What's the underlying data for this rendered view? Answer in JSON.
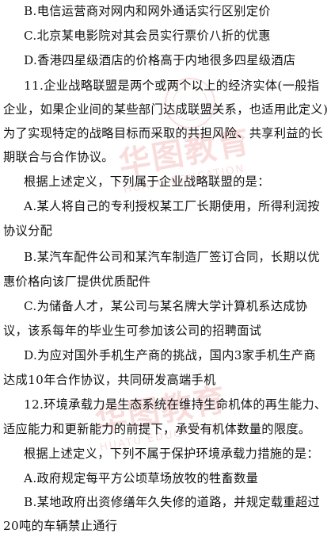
{
  "lines": [
    "B.电信运营商对网内和网外通话实行区别定价",
    "C.北京某电影院对其会员实行票价八折的优惠",
    "D.香港四星级酒店的价格高于内地很多四星级酒店",
    "11.企业战略联盟是两个或两个以上的经济实体(一般指",
    "企业，如果企业间的某些部门达成联盟关系，也适用此定义)",
    "为了实现特定的战略目标而采取的共担风险、共享利益的长",
    "期联合与合作协议。",
    "根据上述定义，下列属于企业战略联盟的是：",
    "A.某人将自己的专利授权某工厂长期使用，所得利润按",
    "协议分配",
    "B.某汽车配件公司和某汽车制造厂签订合同，长期以优",
    "惠价格向该厂提供优质配件",
    "C.为储备人才，某公司与某名牌大学计算机系达成协",
    "议，该系每年的毕业生可参加该公司的招聘面试",
    "D.为应对国外手机生产商的挑战，国内3家手机生产商",
    "达成10年合作协议，共同研发高端手机",
    "12.环境承载力是生态系统在维持生命机体的再生能力、",
    "适应能力和更新能力的前提下，承受有机体数量的限度。",
    "根据上述定义，下列不属于保护环境承载力措施的是：",
    "A.政府规定每平方公顷草场放牧的牲畜数量",
    "B.某地政府出资修缮年久失修的道路，并规定载重超过",
    "20吨的车辆禁止通行"
  ],
  "watermark": {
    "text": "华图教育",
    "sub": "HUATU EDUCATION",
    "color": "#e34848"
  }
}
